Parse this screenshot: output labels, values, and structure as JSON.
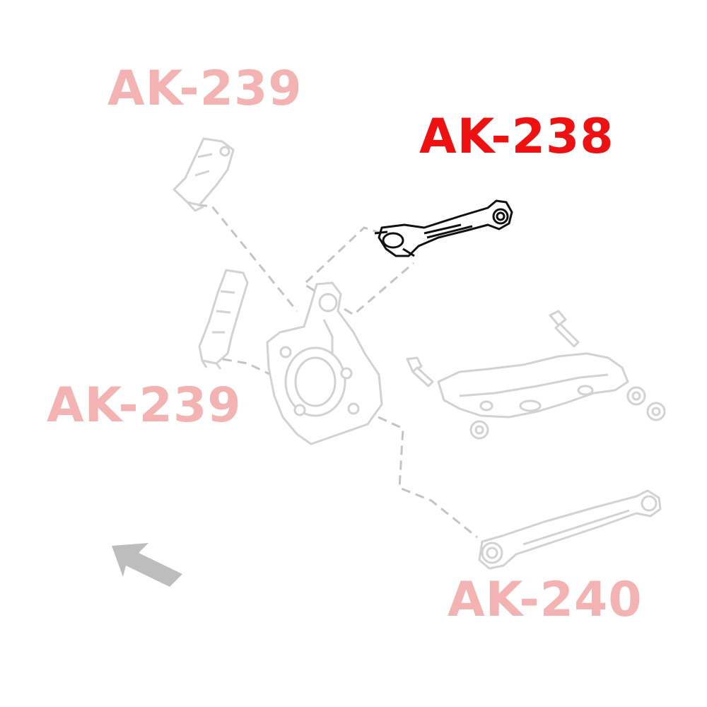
{
  "labels": {
    "upper_left_arm": "AK-239",
    "highlighted_arm": "AK-238",
    "lower_left_arm": "AK-239",
    "lower_right_arm": "AK-240"
  },
  "colors": {
    "highlight": "#ee1111",
    "faded_label": "#f4b3b3",
    "faded_part": "#d2d2d2",
    "active_part": "#111111",
    "arrow": "#bdbdbd"
  },
  "icons": {
    "direction": "front-direction-arrow-icon"
  }
}
